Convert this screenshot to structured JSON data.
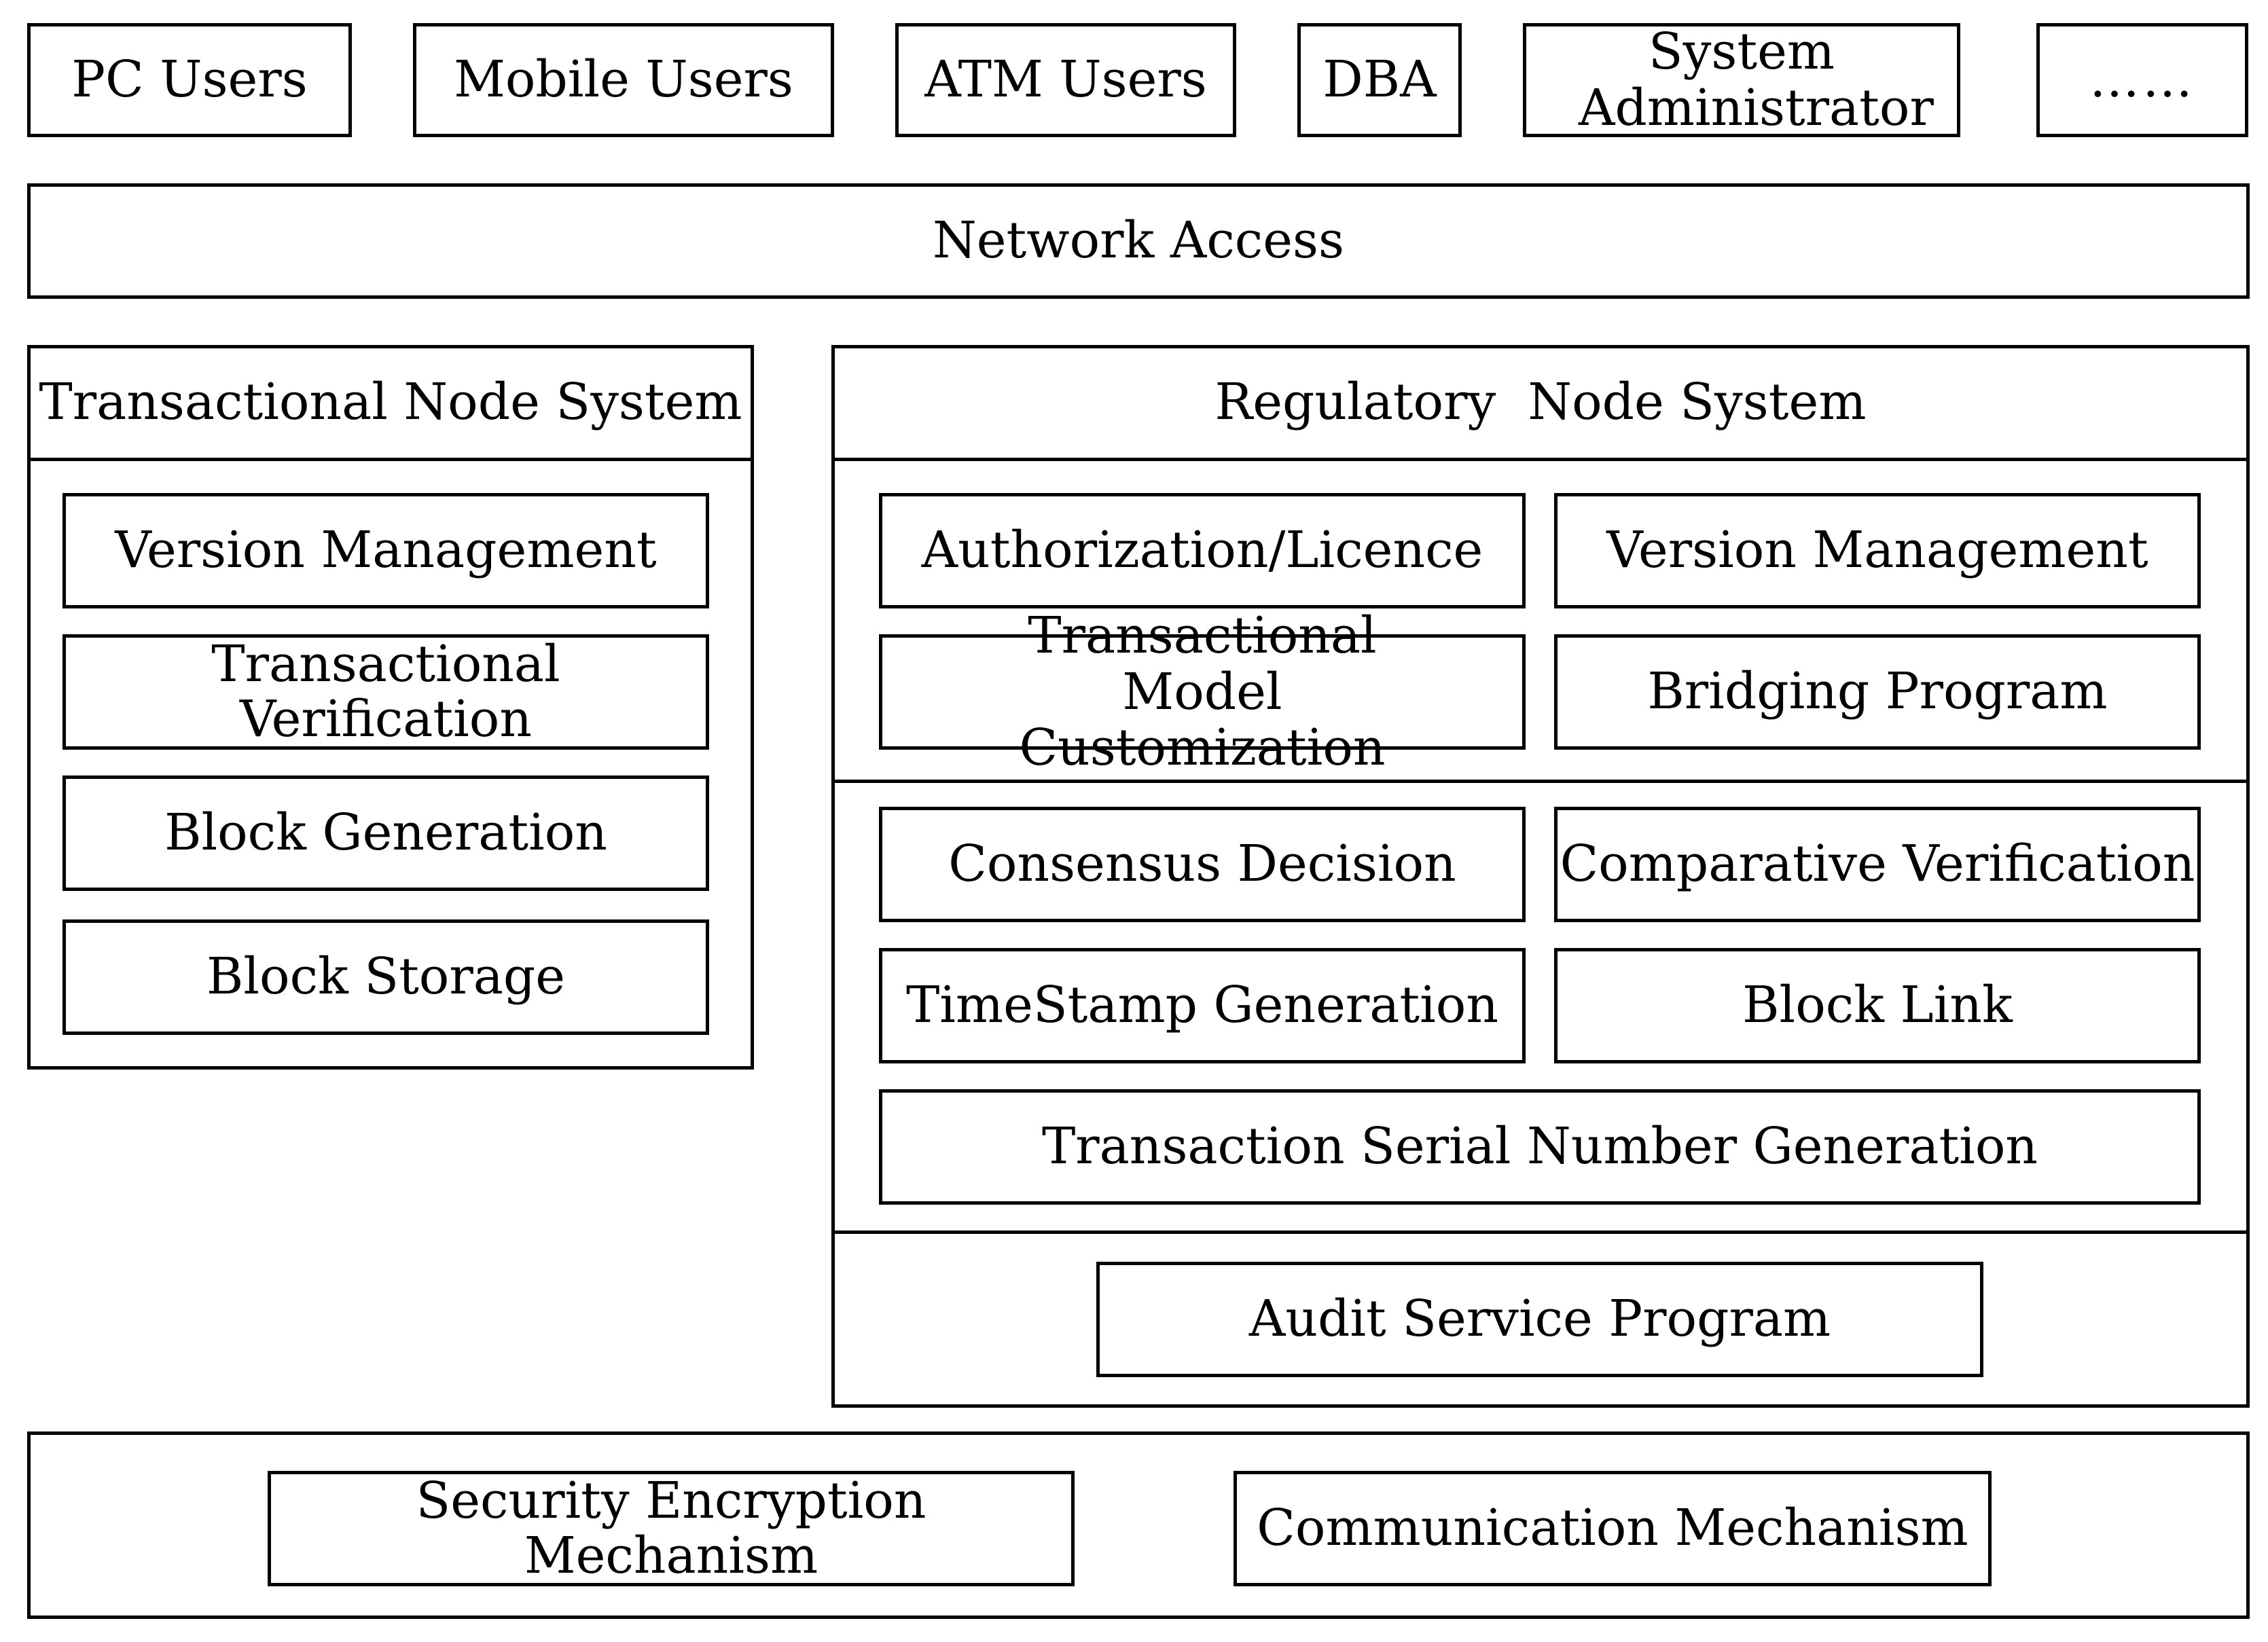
{
  "users": {
    "pc": "PC Users",
    "mobile": "Mobile Users",
    "atm": "ATM Users",
    "dba": "DBA",
    "sysadmin": "System Administrator",
    "more": "……"
  },
  "network": {
    "label": "Network Access"
  },
  "transactional": {
    "title": "Transactional Node System",
    "items": [
      "Version Management",
      "Transactional Verification",
      "Block Generation",
      "Block Storage"
    ]
  },
  "regulatory": {
    "title": "Regulatory  Node System",
    "top_section": {
      "authorization": "Authorization/Licence",
      "version": "Version Management",
      "model_customization": "Transactional Model Customization",
      "bridging": "Bridging Program"
    },
    "middle_section": {
      "consensus": "Consensus Decision",
      "comparative": "Comparative Verification",
      "timestamp": "TimeStamp Generation",
      "block_link": "Block Link",
      "serial_number": "Transaction Serial Number Generation"
    },
    "bottom_section": {
      "audit": "Audit Service Program"
    }
  },
  "foundation": {
    "security": "Security Encryption Mechanism",
    "communication": "Communication Mechanism"
  }
}
